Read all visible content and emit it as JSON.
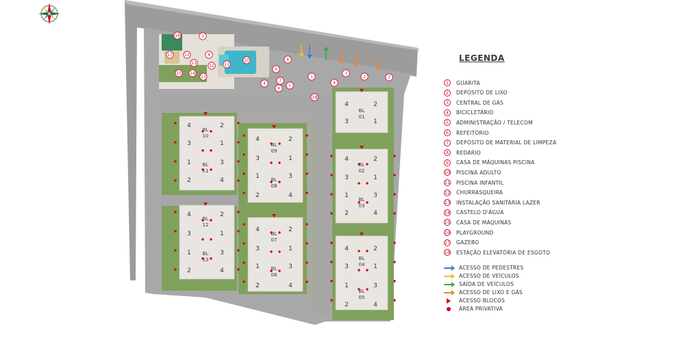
{
  "legend": {
    "title": "LEGENDA",
    "items": [
      {
        "num": "1",
        "label": "GUARITA"
      },
      {
        "num": "2",
        "label": "DEPÓSITO DE LIXO"
      },
      {
        "num": "3",
        "label": "CENTRAL DE GÁS"
      },
      {
        "num": "4",
        "label": "BICICLETÁRIO"
      },
      {
        "num": "5",
        "label": "ADMINISTRAÇÃO / TELECOM"
      },
      {
        "num": "6",
        "label": "REFEITÓRIO"
      },
      {
        "num": "7",
        "label": "DEPÓSITO DE MATERIAL DE LIMPEZA"
      },
      {
        "num": "8",
        "label": "REDÁRIO"
      },
      {
        "num": "9",
        "label": "CASA DE MÁQUINAS PISCINA"
      },
      {
        "num": "10",
        "label": "PISCINA ADULTO"
      },
      {
        "num": "11",
        "label": "PISCINA INFANTIL"
      },
      {
        "num": "12",
        "label": "CHURRASQUEIRA"
      },
      {
        "num": "13",
        "label": "INSTALAÇÃO SANITÁRIA LAZER"
      },
      {
        "num": "14",
        "label": "CASTELO D'ÁGUA"
      },
      {
        "num": "15",
        "label": "CASA DE MÁQUINAS"
      },
      {
        "num": "16",
        "label": "PLAYGROUND"
      },
      {
        "num": "17",
        "label": "GAZEBO"
      },
      {
        "num": "18",
        "label": "ESTAÇÃO ELEVATÓRIA DE ESGOTO"
      }
    ],
    "access": [
      {
        "label": "ACESSO DE PEDESTRES",
        "color": "#3b7ddd"
      },
      {
        "label": "ACESSO DE VEÍCULOS",
        "color": "#e6c229"
      },
      {
        "label": "SAÍDA DE VEÍCULOS",
        "color": "#3aa845"
      },
      {
        "label": "ACESSO DE LIXO E GÁS",
        "color": "#e8883a"
      }
    ],
    "markers": [
      {
        "label": "ACESSO BLOCOS",
        "kind": "triangle"
      },
      {
        "label": "ÁREA PRIVATIVA",
        "kind": "dot"
      }
    ]
  },
  "map": {
    "blocks": [
      {
        "label": "BL\n10",
        "nums": [
          "4",
          "2",
          "3",
          "1"
        ]
      },
      {
        "label": "BL\n11",
        "nums": [
          "1",
          "3",
          "2",
          "4"
        ]
      },
      {
        "label": "BL\n12",
        "nums": [
          "4",
          "2",
          "3",
          "1"
        ]
      },
      {
        "label": "BL\n13",
        "nums": [
          "1",
          "3",
          "2",
          "4"
        ]
      },
      {
        "label": "BL\n09",
        "nums": [
          "4",
          "2",
          "3",
          "1"
        ]
      },
      {
        "label": "BL\n08",
        "nums": [
          "1",
          "3",
          "2",
          "4"
        ]
      },
      {
        "label": "BL\n07",
        "nums": [
          "4",
          "2",
          "3",
          "1"
        ]
      },
      {
        "label": "BL\n06",
        "nums": [
          "1",
          "3",
          "2",
          "4"
        ]
      },
      {
        "label": "BL\n01",
        "nums": [
          "4",
          "2",
          "3",
          "1"
        ]
      },
      {
        "label": "BL\n02",
        "nums": [
          "4",
          "2",
          "3",
          "1"
        ]
      },
      {
        "label": "BL\n03",
        "nums": [
          "1",
          "3",
          "2",
          "4"
        ]
      },
      {
        "label": "BL\n04",
        "nums": [
          "4",
          "2",
          "3",
          "1"
        ]
      },
      {
        "label": "BL\n05",
        "nums": [
          "1",
          "3",
          "2",
          "4"
        ]
      }
    ],
    "markers": [
      "1",
      "2",
      "3",
      "3",
      "3",
      "4",
      "4",
      "4",
      "5",
      "6",
      "7",
      "8",
      "9",
      "10",
      "11",
      "12",
      "12",
      "13",
      "13",
      "14",
      "15",
      "16",
      "17",
      "18"
    ],
    "colors": {
      "street": "#9c9c9c",
      "road": "#a8a8a8",
      "lawn": "#7fa15c",
      "building": "#e9e6e2",
      "pool": "#3fb6c9",
      "accent": "#c8102e"
    }
  }
}
